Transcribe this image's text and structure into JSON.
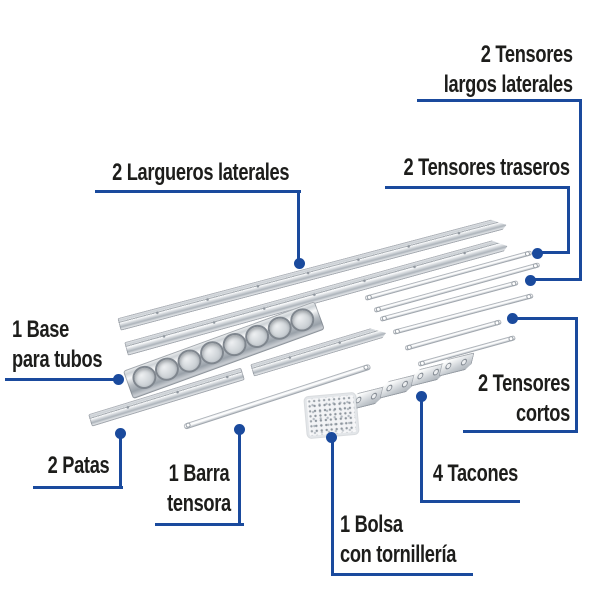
{
  "colors": {
    "accent_blue": "#1a4a9d",
    "text": "#1d1d1b",
    "metal_light": "#fafbfc",
    "metal_dark": "#aab1b8",
    "background": "#ffffff"
  },
  "labels": {
    "largueros": {
      "line1": "2 Largueros laterales"
    },
    "tensores_largos": {
      "line1": "2 Tensores",
      "line2": "largos laterales"
    },
    "tensores_traseros": {
      "line1": "2 Tensores traseros"
    },
    "tensores_cortos": {
      "line1": "2 Tensores",
      "line2": "cortos"
    },
    "base": {
      "line1": "1 Base",
      "line2": "para tubos"
    },
    "patas": {
      "line1": "2 Patas"
    },
    "barra": {
      "line1": "1 Barra",
      "line2": "tensora"
    },
    "tacones": {
      "line1": "4 Tacones"
    },
    "bolsa": {
      "line1": "1 Bolsa",
      "line2": "con tornillería"
    }
  },
  "parts": [
    "larguero-rail",
    "tensor-trasero-rod",
    "tensor-largo-lateral-rod",
    "tensor-corto-rod",
    "base-para-tubos-channel",
    "pata-rail",
    "barra-tensora-bar",
    "tacon-bracket",
    "bolsa-con-tornilleria-bag"
  ]
}
